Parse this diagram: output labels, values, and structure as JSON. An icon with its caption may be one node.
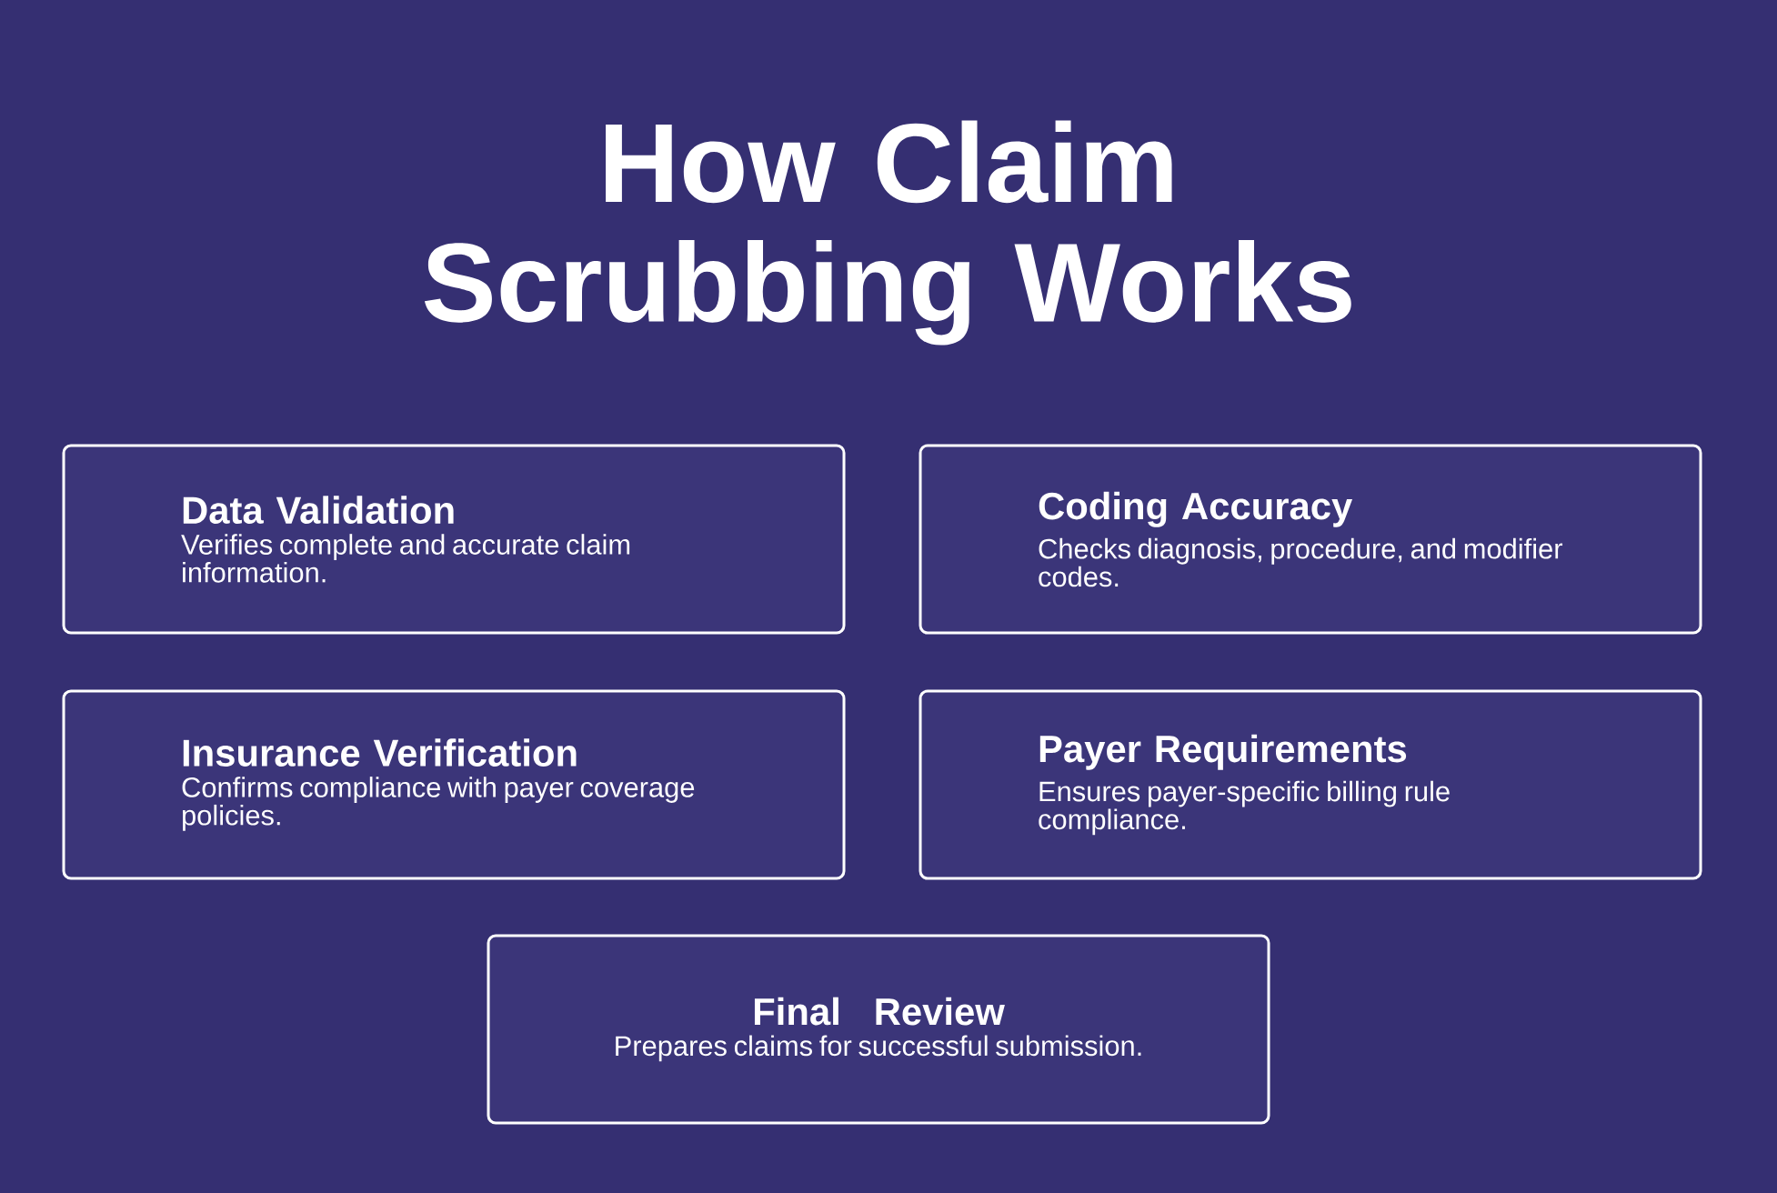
{
  "diagram": {
    "title": "How Claim Scrubbing Works",
    "nodes": [
      {
        "text": [
          "Data Validation",
          "Verifies complete and accurate claim information."
        ]
      },
      {
        "text": [
          "Coding Accuracy",
          "Checks diagnosis, procedure, and modifier codes."
        ]
      },
      {
        "text": [
          "Insurance Verification",
          "Confirms compliance with payer coverage policies."
        ]
      },
      {
        "text": [
          "Payer Requirements",
          "Ensures payer-specific billing rule compliance."
        ]
      },
      {
        "text": [
          "Final Review",
          "Prepares claims for successful submission."
        ]
      }
    ]
  }
}
